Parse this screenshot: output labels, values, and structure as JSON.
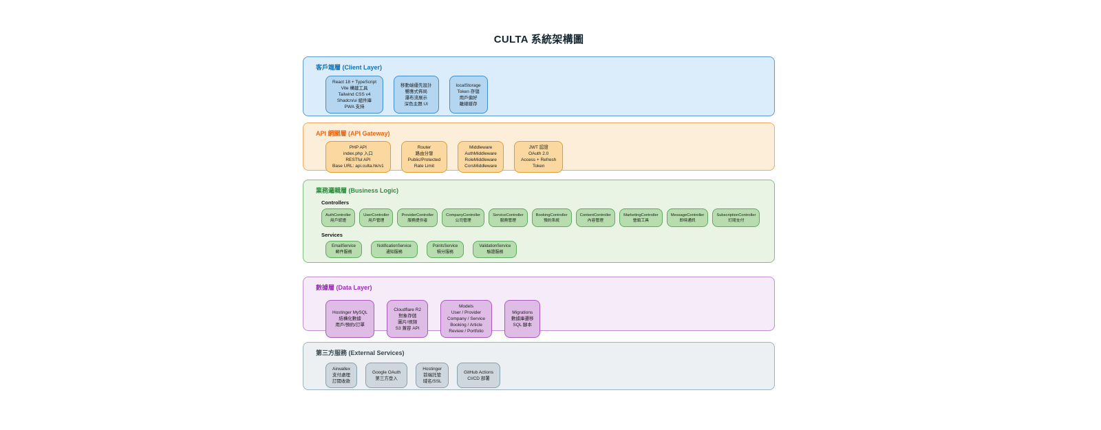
{
  "title": "CULTA 系統架構圖",
  "layers": {
    "client": {
      "title": "客戶端層 (Client Layer)",
      "colors": {
        "accent": "#1271b5",
        "bg": "#dbedfb",
        "border": "#5b9bd0",
        "box_bg": "#b4d6f1",
        "box_border": "#428ec7"
      },
      "boxes": [
        {
          "lines": [
            "React 18 + TypeScript",
            "Vite 構建工具",
            "Tailwind CSS v4",
            "Shadcn/ui 組件庫",
            "PWA 支持"
          ]
        },
        {
          "lines": [
            "移動端優先設計",
            "響應式佈局",
            "瀑布流展示",
            "深色主題 UI"
          ]
        },
        {
          "lines": [
            "localStorage",
            "Token 存儲",
            "用戶偏好",
            "離線緩存"
          ]
        }
      ]
    },
    "api": {
      "title": "API 網關層 (API Gateway)",
      "colors": {
        "accent": "#e8650f",
        "bg": "#fdeeda",
        "border": "#f0a95e",
        "box_bg": "#fad8a0",
        "box_border": "#df9c35"
      },
      "boxes": [
        {
          "lines": [
            "PHP API",
            "index.php 入口",
            "RESTful API",
            "Base URL: api.culta.hk/v1"
          ]
        },
        {
          "lines": [
            "Router",
            "路由分發",
            "Public/Protected",
            "Rate Limit"
          ]
        },
        {
          "lines": [
            "Middleware",
            "AuthMiddleware",
            "RoleMiddleware",
            "CorsMiddleware"
          ]
        },
        {
          "lines": [
            "JWT 認證",
            "OAuth 2.0",
            "Access + Refresh",
            "Token"
          ]
        }
      ]
    },
    "business": {
      "title": "業務邏輯層 (Business Logic)",
      "colors": {
        "accent": "#2e8b3e",
        "bg": "#e9f4e5",
        "border": "#7fc07f",
        "box_bg": "#b7dcae",
        "box_border": "#5dab5d"
      },
      "groups": [
        {
          "label": "Controllers",
          "boxes": [
            {
              "lines": [
                "AuthController",
                "用戶認證"
              ]
            },
            {
              "lines": [
                "UserController",
                "用戶管理"
              ]
            },
            {
              "lines": [
                "ProviderController",
                "服務提供者"
              ]
            },
            {
              "lines": [
                "CompanyController",
                "公司管理"
              ]
            },
            {
              "lines": [
                "ServiceController",
                "服務管理"
              ]
            },
            {
              "lines": [
                "BookingController",
                "預約系統"
              ]
            },
            {
              "lines": [
                "ContentController",
                "內容管理"
              ]
            },
            {
              "lines": [
                "MarketingController",
                "營銷工具"
              ]
            },
            {
              "lines": [
                "MessageController",
                "即時通訊"
              ]
            },
            {
              "lines": [
                "SubscriptionController",
                "訂閱支付"
              ]
            }
          ]
        },
        {
          "label": "Services",
          "boxes": [
            {
              "lines": [
                "EmailService",
                "郵件服務"
              ]
            },
            {
              "lines": [
                "NotificationService",
                "通知服務"
              ]
            },
            {
              "lines": [
                "PointsService",
                "積分服務"
              ]
            },
            {
              "lines": [
                "ValidationService",
                "驗證服務"
              ]
            }
          ]
        }
      ]
    },
    "data": {
      "title": "數據層 (Data Layer)",
      "colors": {
        "accent": "#9a2fb8",
        "bg": "#f6ebf8",
        "border": "#c18fd1",
        "box_bg": "#debce6",
        "box_border": "#aa58be"
      },
      "boxes": [
        {
          "lines": [
            "Hostinger MySQL",
            "結構化數據",
            "用戶/預約/訂單"
          ]
        },
        {
          "lines": [
            "Cloudflare R2",
            "對象存儲",
            "圖片/視頻",
            "S3 兼容 API"
          ]
        },
        {
          "lines": [
            "Models",
            "User / Provider",
            "Company / Service",
            "Booking / Article",
            "Review / Portfolio"
          ]
        },
        {
          "lines": [
            "Migrations",
            "數據庫遷移",
            "SQL 腳本"
          ]
        }
      ]
    },
    "external": {
      "title": "第三方服務 (External Services)",
      "colors": {
        "accent": "#37474f",
        "bg": "#edf0f2",
        "border": "#9cb2bc",
        "box_bg": "#ced7dd",
        "box_border": "#87a0ad"
      },
      "boxes": [
        {
          "lines": [
            "Airwallex",
            "支付處理",
            "訂閱收款"
          ]
        },
        {
          "lines": [
            "Google OAuth",
            "第三方登入"
          ]
        },
        {
          "lines": [
            "Hostinger",
            "前端託管",
            "域名/SSL"
          ]
        },
        {
          "lines": [
            "GitHub Actions",
            "CI/CD 部署"
          ]
        }
      ]
    }
  }
}
